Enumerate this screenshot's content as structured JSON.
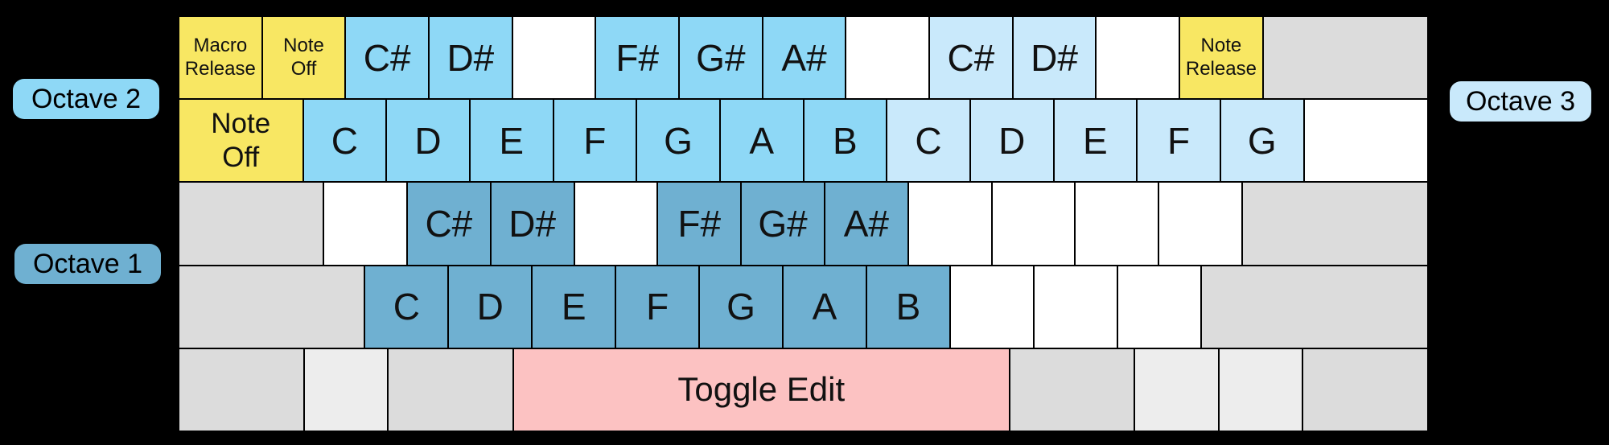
{
  "labels": {
    "octave1": "Octave 1",
    "octave2": "Octave 2",
    "octave3": "Octave 3"
  },
  "colors": {
    "background": "#000000",
    "yellow": "#f8e763",
    "octave1": "#6fb0d1",
    "octave2": "#8ed8f6",
    "octave3": "#c9e9fb",
    "pink": "#fcc2c2",
    "gray": "#dcdcdc",
    "lightgray": "#ededed",
    "white": "#ffffff",
    "text": "#111111"
  },
  "keyboard": {
    "rows": [
      {
        "keys": [
          {
            "name": "macro-release",
            "lines": [
              "Macro",
              "Release"
            ],
            "type": "yellow",
            "w": 1,
            "font": "sm"
          },
          {
            "name": "note-off",
            "lines": [
              "Note",
              "Off"
            ],
            "type": "yellow",
            "w": 1,
            "font": "sm"
          },
          {
            "name": "c-sharp-oct2",
            "label": "C#",
            "type": "octave2",
            "w": 1,
            "font": "lg"
          },
          {
            "name": "d-sharp-oct2",
            "label": "D#",
            "type": "octave2",
            "w": 1,
            "font": "lg"
          },
          {
            "name": "blank",
            "type": "white",
            "w": 1
          },
          {
            "name": "f-sharp-oct2",
            "label": "F#",
            "type": "octave2",
            "w": 1,
            "font": "lg"
          },
          {
            "name": "g-sharp-oct2",
            "label": "G#",
            "type": "octave2",
            "w": 1,
            "font": "lg"
          },
          {
            "name": "a-sharp-oct2",
            "label": "A#",
            "type": "octave2",
            "w": 1,
            "font": "lg"
          },
          {
            "name": "blank",
            "type": "white",
            "w": 1
          },
          {
            "name": "c-sharp-oct3",
            "label": "C#",
            "type": "octave3",
            "w": 1,
            "font": "lg"
          },
          {
            "name": "d-sharp-oct3",
            "label": "D#",
            "type": "octave3",
            "w": 1,
            "font": "lg"
          },
          {
            "name": "blank",
            "type": "white",
            "w": 1
          },
          {
            "name": "note-release",
            "lines": [
              "Note",
              "Release"
            ],
            "type": "yellow",
            "w": 1,
            "font": "sm"
          },
          {
            "name": "unmapped-gray",
            "type": "gray",
            "w": 2
          }
        ]
      },
      {
        "keys": [
          {
            "name": "note-off",
            "lines": [
              "Note",
              "Off"
            ],
            "type": "yellow",
            "w": 1.5,
            "font": "md"
          },
          {
            "name": "c-oct2",
            "label": "C",
            "type": "octave2",
            "w": 1,
            "font": "lg"
          },
          {
            "name": "d-oct2",
            "label": "D",
            "type": "octave2",
            "w": 1,
            "font": "lg"
          },
          {
            "name": "e-oct2",
            "label": "E",
            "type": "octave2",
            "w": 1,
            "font": "lg"
          },
          {
            "name": "f-oct2",
            "label": "F",
            "type": "octave2",
            "w": 1,
            "font": "lg"
          },
          {
            "name": "g-oct2",
            "label": "G",
            "type": "octave2",
            "w": 1,
            "font": "lg"
          },
          {
            "name": "a-oct2",
            "label": "A",
            "type": "octave2",
            "w": 1,
            "font": "lg"
          },
          {
            "name": "b-oct2",
            "label": "B",
            "type": "octave2",
            "w": 1,
            "font": "lg"
          },
          {
            "name": "c-oct3",
            "label": "C",
            "type": "octave3",
            "w": 1,
            "font": "lg"
          },
          {
            "name": "d-oct3",
            "label": "D",
            "type": "octave3",
            "w": 1,
            "font": "lg"
          },
          {
            "name": "e-oct3",
            "label": "E",
            "type": "octave3",
            "w": 1,
            "font": "lg"
          },
          {
            "name": "f-oct3",
            "label": "F",
            "type": "octave3",
            "w": 1,
            "font": "lg"
          },
          {
            "name": "g-oct3",
            "label": "G",
            "type": "octave3",
            "w": 1,
            "font": "lg"
          },
          {
            "name": "blank",
            "type": "white",
            "w": 1.5
          }
        ]
      },
      {
        "keys": [
          {
            "name": "unmapped-gray",
            "type": "gray",
            "w": 1.75
          },
          {
            "name": "blank",
            "type": "white",
            "w": 1
          },
          {
            "name": "c-sharp-oct1",
            "label": "C#",
            "type": "octave1",
            "w": 1,
            "font": "lg"
          },
          {
            "name": "d-sharp-oct1",
            "label": "D#",
            "type": "octave1",
            "w": 1,
            "font": "lg"
          },
          {
            "name": "blank",
            "type": "white",
            "w": 1
          },
          {
            "name": "f-sharp-oct1",
            "label": "F#",
            "type": "octave1",
            "w": 1,
            "font": "lg"
          },
          {
            "name": "g-sharp-oct1",
            "label": "G#",
            "type": "octave1",
            "w": 1,
            "font": "lg"
          },
          {
            "name": "a-sharp-oct1",
            "label": "A#",
            "type": "octave1",
            "w": 1,
            "font": "lg"
          },
          {
            "name": "blank",
            "type": "white",
            "w": 1
          },
          {
            "name": "blank",
            "type": "white",
            "w": 1
          },
          {
            "name": "blank",
            "type": "white",
            "w": 1
          },
          {
            "name": "blank",
            "type": "white",
            "w": 1
          },
          {
            "name": "unmapped-gray",
            "type": "gray",
            "w": 2.25
          }
        ]
      },
      {
        "keys": [
          {
            "name": "unmapped-gray",
            "type": "gray",
            "w": 2.25
          },
          {
            "name": "c-oct1",
            "label": "C",
            "type": "octave1",
            "w": 1,
            "font": "lg"
          },
          {
            "name": "d-oct1",
            "label": "D",
            "type": "octave1",
            "w": 1,
            "font": "lg"
          },
          {
            "name": "e-oct1",
            "label": "E",
            "type": "octave1",
            "w": 1,
            "font": "lg"
          },
          {
            "name": "f-oct1",
            "label": "F",
            "type": "octave1",
            "w": 1,
            "font": "lg"
          },
          {
            "name": "g-oct1",
            "label": "G",
            "type": "octave1",
            "w": 1,
            "font": "lg"
          },
          {
            "name": "a-oct1",
            "label": "A",
            "type": "octave1",
            "w": 1,
            "font": "lg"
          },
          {
            "name": "b-oct1",
            "label": "B",
            "type": "octave1",
            "w": 1,
            "font": "lg"
          },
          {
            "name": "blank",
            "type": "white",
            "w": 1
          },
          {
            "name": "blank",
            "type": "white",
            "w": 1
          },
          {
            "name": "blank",
            "type": "white",
            "w": 1
          },
          {
            "name": "unmapped-gray",
            "type": "gray",
            "w": 2.75
          }
        ]
      },
      {
        "keys": [
          {
            "name": "unmapped-gray",
            "type": "gray",
            "w": 1.5
          },
          {
            "name": "unmapped-lightgray",
            "type": "lightgray",
            "w": 1
          },
          {
            "name": "unmapped-gray",
            "type": "gray",
            "w": 1.5
          },
          {
            "name": "toggle-edit",
            "label": "Toggle Edit",
            "type": "pink",
            "w": 6,
            "font": "te"
          },
          {
            "name": "unmapped-gray",
            "type": "gray",
            "w": 1.5
          },
          {
            "name": "unmapped-lightgray",
            "type": "lightgray",
            "w": 1
          },
          {
            "name": "unmapped-lightgray",
            "type": "lightgray",
            "w": 1
          },
          {
            "name": "unmapped-gray",
            "type": "gray",
            "w": 1.5
          }
        ]
      }
    ]
  }
}
